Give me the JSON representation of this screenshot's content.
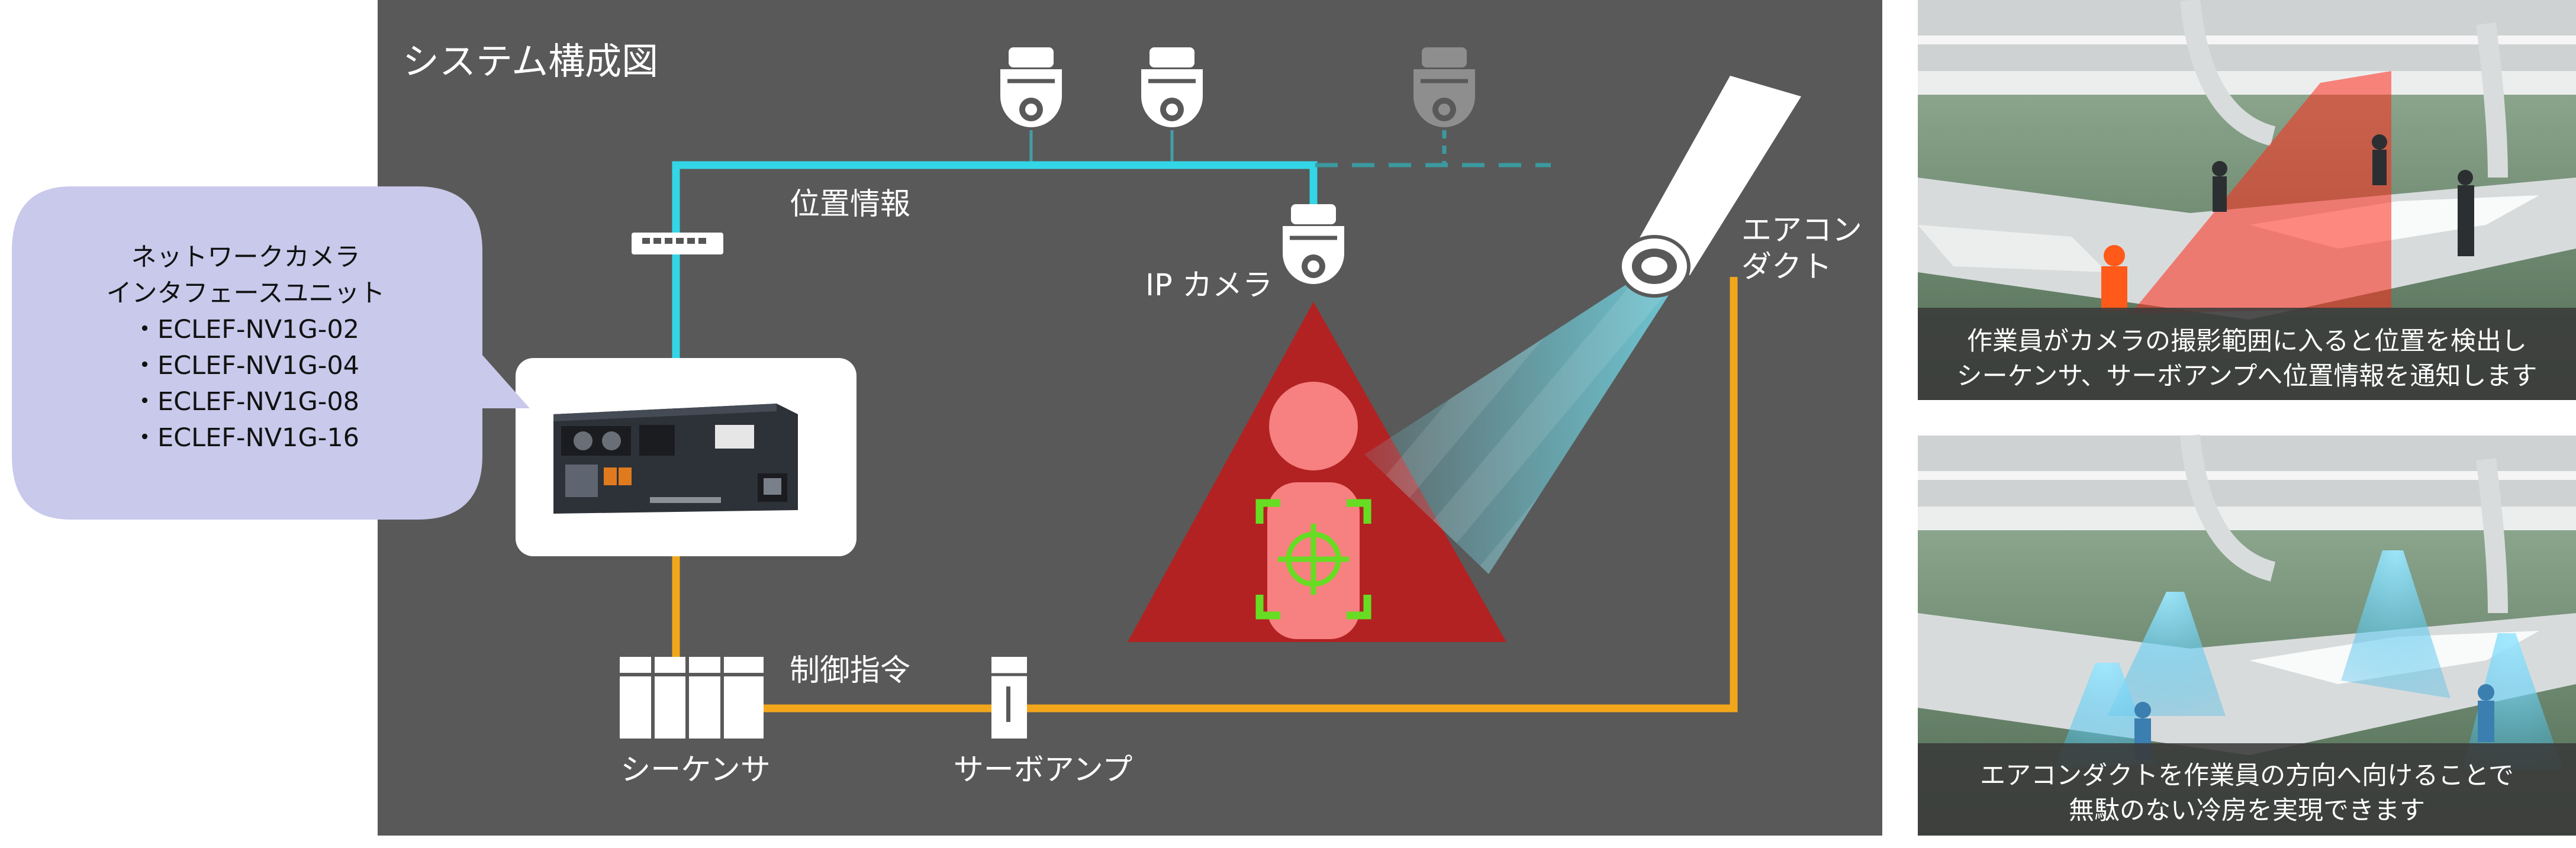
{
  "diagram": {
    "title": "システム構成図",
    "labels": {
      "position_info": "位置情報",
      "ip_camera": "IP カメラ",
      "air_duct_line1": "エアコン",
      "air_duct_line2": "ダクト",
      "control_command": "制御指令",
      "sequencer": "シーケンサ",
      "servo_amp": "サーボアンプ"
    },
    "colors": {
      "panel_bg": "#595959",
      "camera_network": "#33d6e6",
      "control_line": "#f2a71b",
      "person_zone": "#b22222",
      "person": "#f78080",
      "target": "#66dd22",
      "cool_air": "#6fc9d6"
    }
  },
  "callout": {
    "title_line1": "ネットワークカメラ",
    "title_line2": "インタフェースユニット",
    "models": [
      "・ECLEF-NV1G-02",
      "・ECLEF-NV1G-04",
      "・ECLEF-NV1G-08",
      "・ECLEF-NV1G-16"
    ]
  },
  "photos": [
    {
      "caption_line1": "作業員がカメラの撮影範囲に入ると位置を検出し",
      "caption_line2": "シーケンサ、サーボアンプへ位置情報を通知します"
    },
    {
      "caption_line1": "エアコンダクトを作業員の方向へ向けることで",
      "caption_line2": "無駄のない冷房を実現できます"
    }
  ]
}
